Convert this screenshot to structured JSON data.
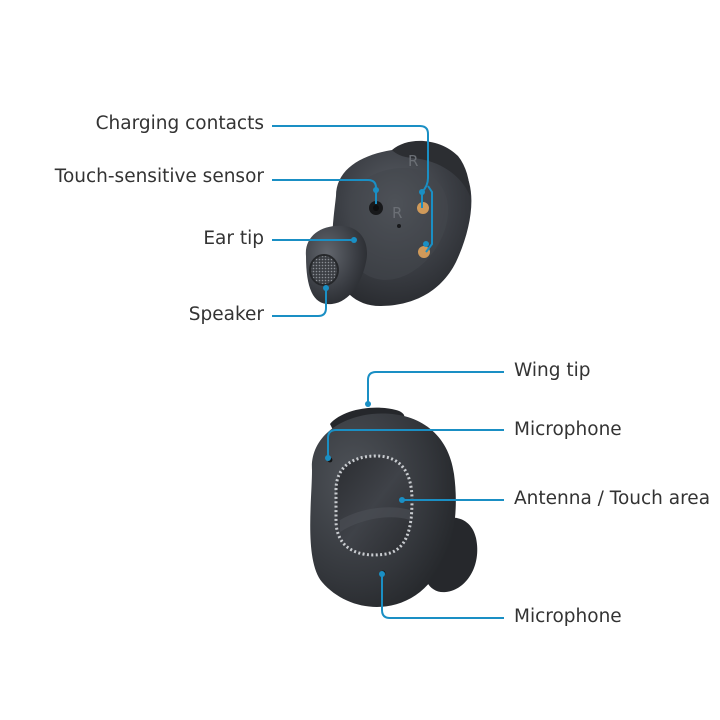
{
  "colors": {
    "leader_line": "#1a8fc4",
    "earbud_body": "#3a3d42",
    "earbud_dark": "#2a2c30",
    "earbud_highlight": "#5a5e64",
    "contact": "#d09a5a",
    "label_text": "#333333"
  },
  "top_earbud": {
    "side_marks": [
      "R",
      "R"
    ],
    "labels": {
      "charging_contacts": "Charging contacts",
      "touch_sensor": "Touch-sensitive sensor",
      "ear_tip": "Ear tip",
      "speaker": "Speaker"
    }
  },
  "bottom_earbud": {
    "labels": {
      "wing_tip": "Wing tip",
      "microphone_top": "Microphone",
      "antenna": "Antenna / Touch area",
      "microphone_bottom": "Microphone"
    }
  }
}
